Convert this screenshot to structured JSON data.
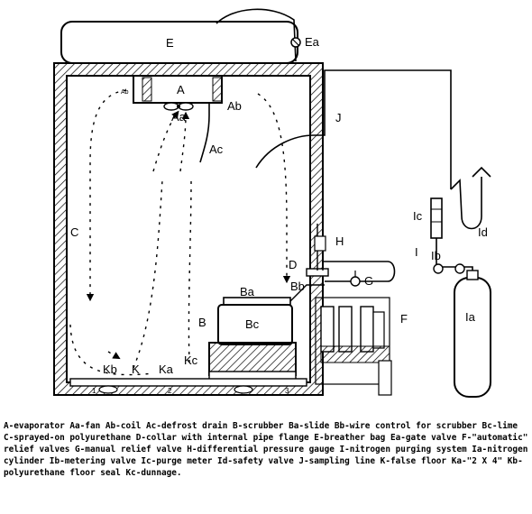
{
  "labels": {
    "E": "E",
    "Ea": "Ea",
    "A": "A",
    "Aa": "Aa",
    "Ab": "Ab",
    "Ab_small": "Ab",
    "Ac": "Ac",
    "J": "J",
    "C": "C",
    "Ic": "Ic",
    "Id": "Id",
    "H": "H",
    "I": "I",
    "Ib": "Ib",
    "D": "D",
    "G": "G",
    "Bb": "Bb",
    "Ba": "Ba",
    "Bc": "Bc",
    "B": "B",
    "F": "F",
    "Ia": "Ia",
    "Kc": "Kc",
    "Kb": "Kb",
    "K": "K",
    "Ka": "Ka",
    "floor_1": "1",
    "floor_2": "2",
    "floor_3": "3"
  },
  "caption": "A-evaporator Aa-fan Ab-coil Ac-defrost drain B-scrubber Ba-slide Bb-wire control for scrubber Bc-lime C-sprayed-on polyurethane D-collar with internal pipe flange E-breather bag Ea-gate valve F-\"automatic\" relief valves G-manual relief valve H-differential pressure gauge I-nitrogen purging system Ia-nitrogen cylinder Ib-metering valve Ic-purge meter Id-safety valve J-sampling line K-false floor Ka-\"2 X 4\" Kb-polyurethane floor seal Kc-dunnage."
}
